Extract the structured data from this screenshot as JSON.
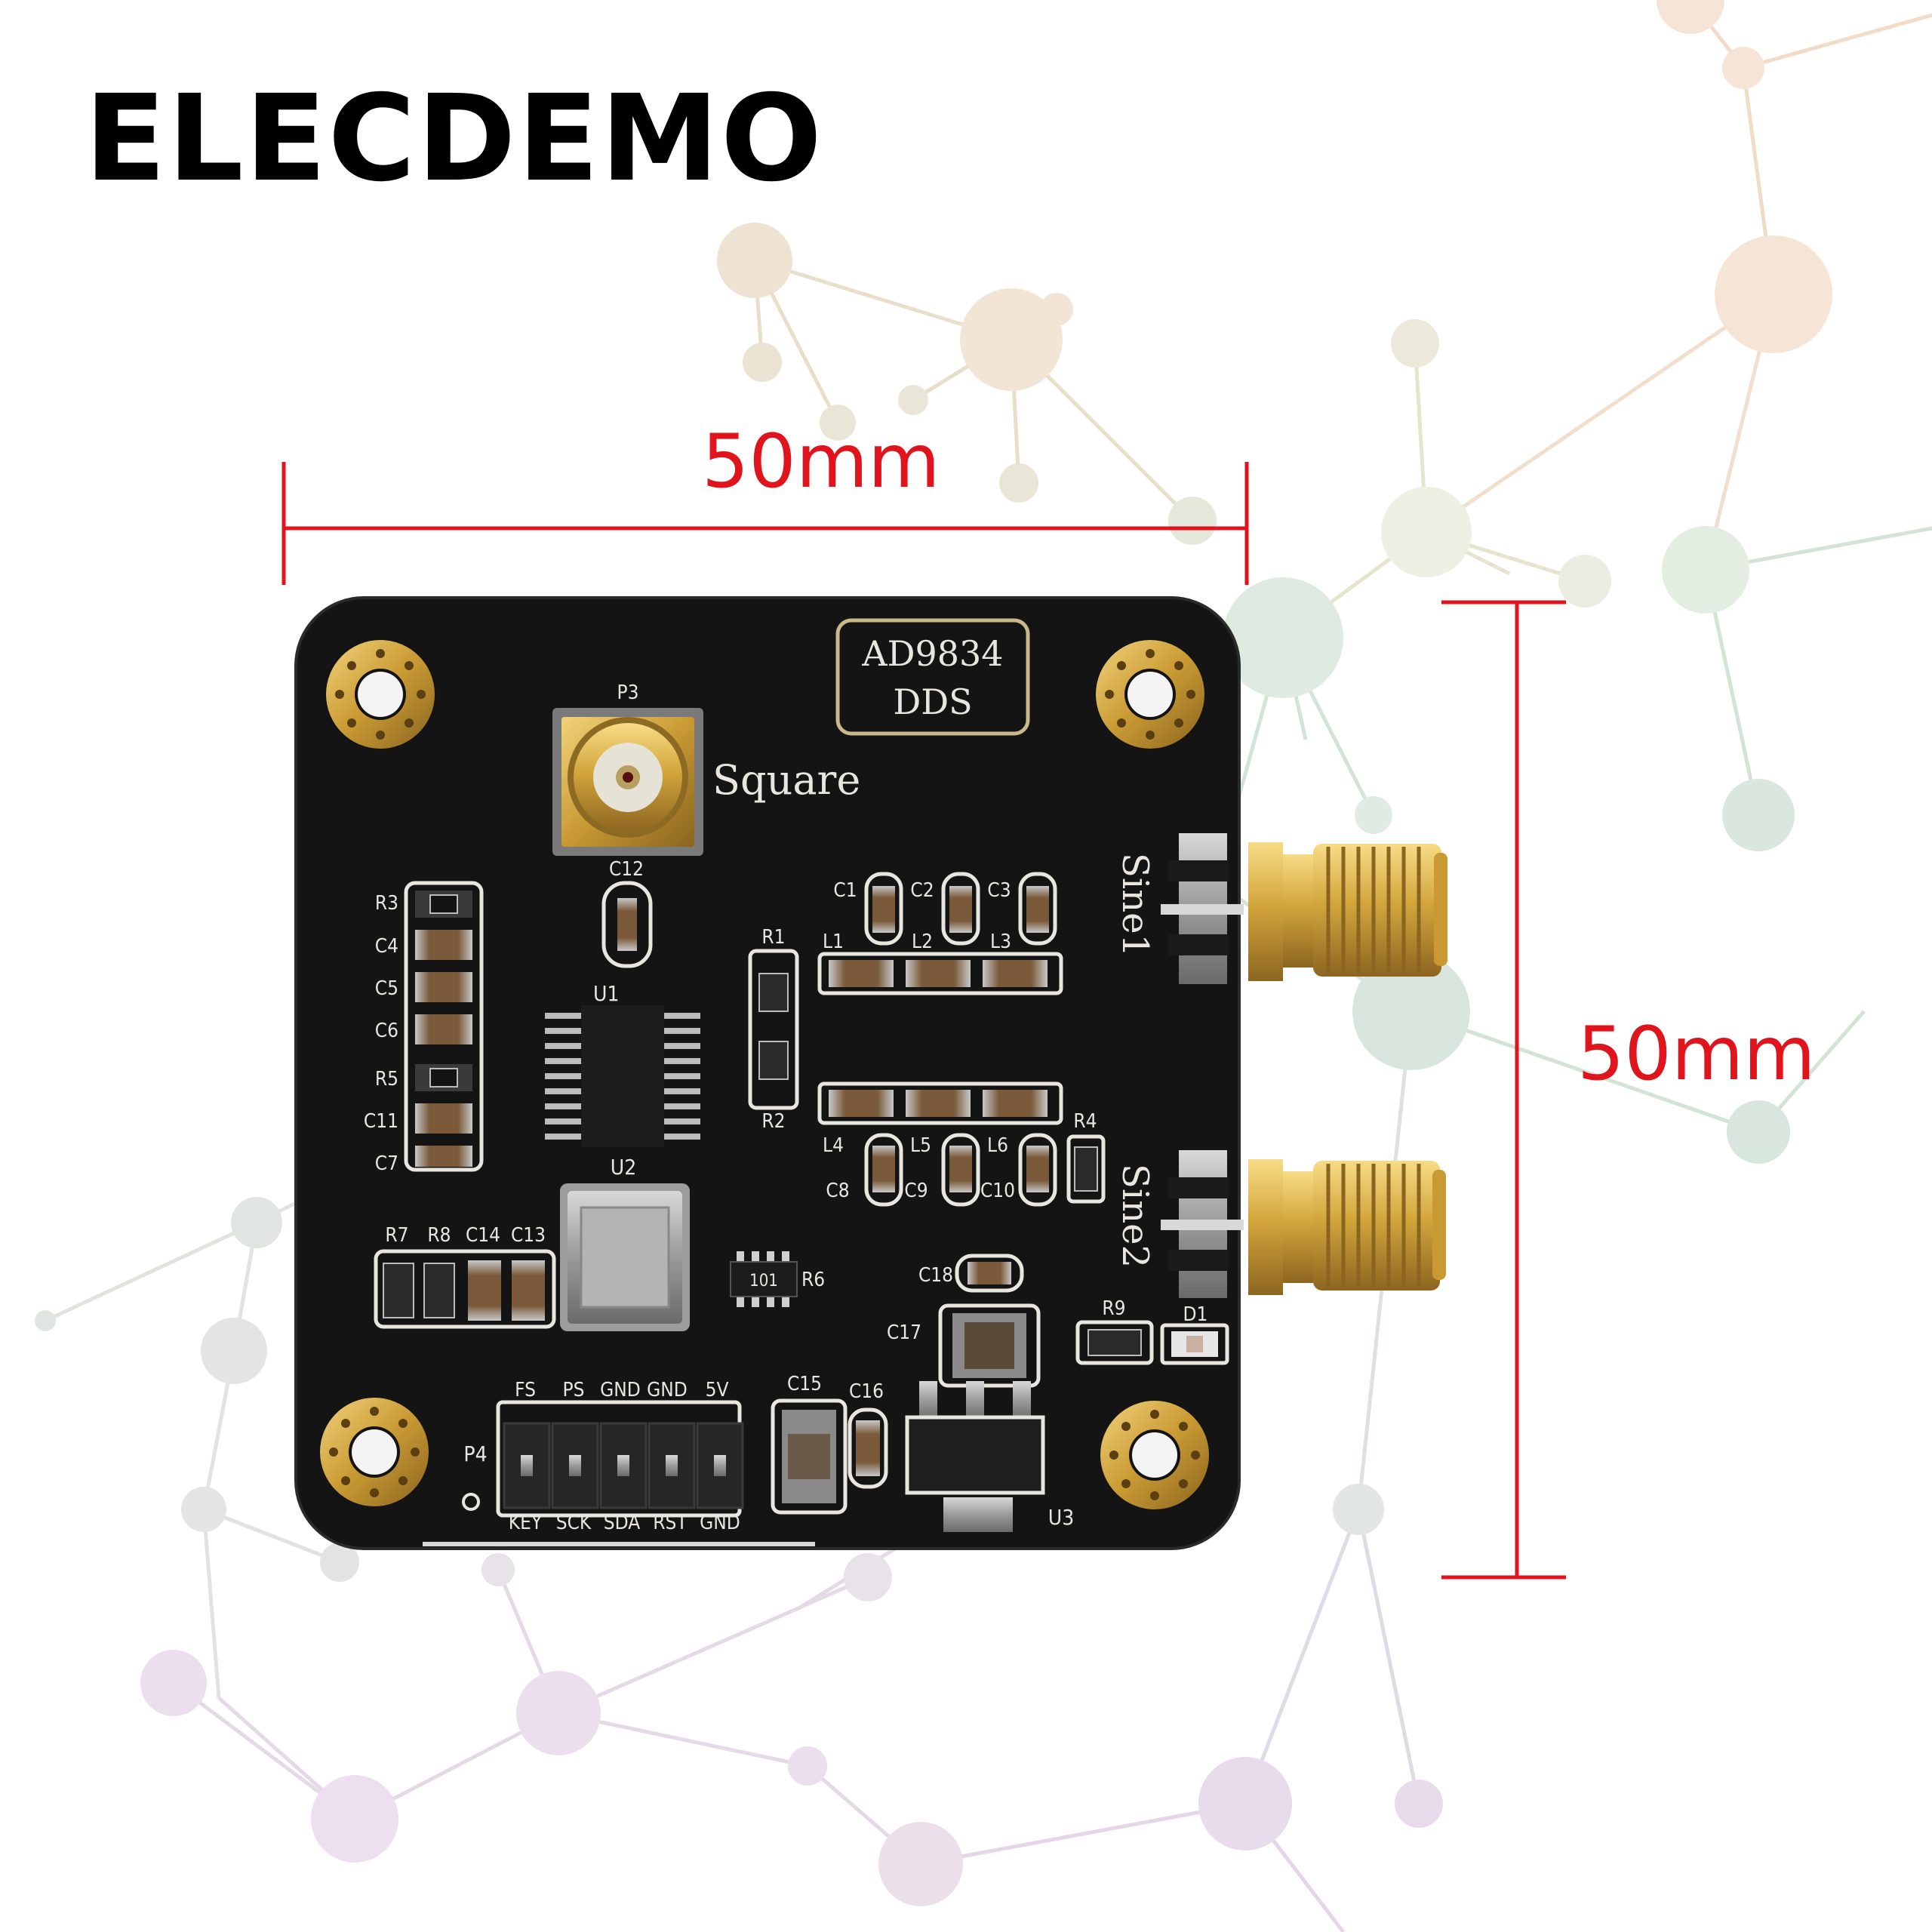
{
  "brand": "ELECDEMO",
  "dimensions": {
    "width_label": "50mm",
    "height_label": "50mm"
  },
  "colors": {
    "dimension_line": "#e0141c",
    "pcb": "#141414",
    "silkscreen": "#e9e6e0",
    "gold": "#c7a040"
  },
  "board": {
    "chip_label_1": "AD9834",
    "chip_label_2": "DDS",
    "outputs": {
      "square": "Square",
      "sine1": "Sine1",
      "sine2": "Sine2"
    },
    "designators": {
      "p3": "P3",
      "c12": "C12",
      "u1": "U1",
      "u2": "U2",
      "u3": "U3",
      "r1": "R1",
      "r2": "R2",
      "r3": "R3",
      "r4": "R4",
      "r5": "R5",
      "r6": "R6",
      "r7": "R7",
      "r8": "R8",
      "r9": "R9",
      "c1": "C1",
      "c2": "C2",
      "c3": "C3",
      "c4": "C4",
      "c5": "C5",
      "c6": "C6",
      "c7": "C7",
      "c8": "C8",
      "c9": "C9",
      "c10": "C10",
      "c11": "C11",
      "c13": "C13",
      "c14": "C14",
      "c15": "C15",
      "c16": "C16",
      "c17": "C17",
      "c18": "C18",
      "l1": "L1",
      "l2": "L2",
      "l3": "L3",
      "l4": "L4",
      "l5": "L5",
      "l6": "L6",
      "d1": "D1",
      "p4": "P4"
    },
    "header_top": [
      "FS",
      "PS",
      "GND",
      "GND",
      "5V"
    ],
    "header_bottom": [
      "KEY",
      "SCK",
      "SDA",
      "RST",
      "GND"
    ],
    "resistor_marking": "101"
  }
}
